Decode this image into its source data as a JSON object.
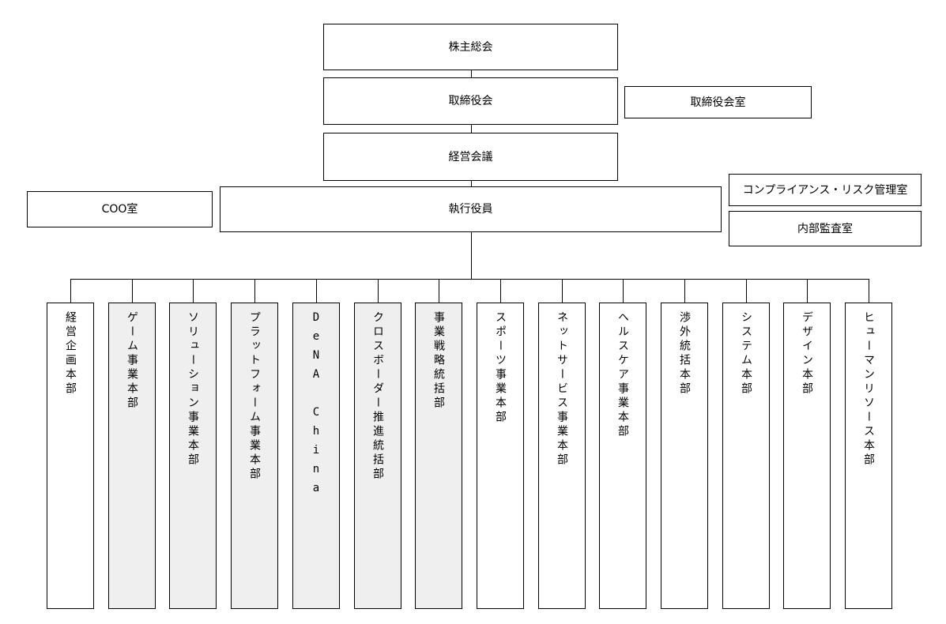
{
  "top": {
    "shareholders": "株主総会",
    "board": "取締役会",
    "board_office": "取締役会室",
    "management": "経営会議",
    "officers": "執行役員",
    "coo_office": "COO室",
    "compliance": "コンプライアンス・リスク管理室",
    "audit": "内部監査室"
  },
  "departments": [
    {
      "label": "経営企画本部",
      "shaded": false
    },
    {
      "label": "ゲーム事業本部",
      "shaded": true
    },
    {
      "label": "ソリューション事業本部",
      "shaded": true
    },
    {
      "label": "プラットフォーム事業本部",
      "shaded": true
    },
    {
      "label": "DeNA China",
      "shaded": true
    },
    {
      "label": "クロスボーダー推進統括部",
      "shaded": true
    },
    {
      "label": "事業戦略統括部",
      "shaded": true
    },
    {
      "label": "スポーツ事業本部",
      "shaded": false
    },
    {
      "label": "ネットサービス事業本部",
      "shaded": false
    },
    {
      "label": "ヘルスケア事業本部",
      "shaded": false
    },
    {
      "label": "渉外統括本部",
      "shaded": false
    },
    {
      "label": "システム本部",
      "shaded": false
    },
    {
      "label": "デザイン本部",
      "shaded": false
    },
    {
      "label": "ヒューマンリソース本部",
      "shaded": false
    }
  ]
}
